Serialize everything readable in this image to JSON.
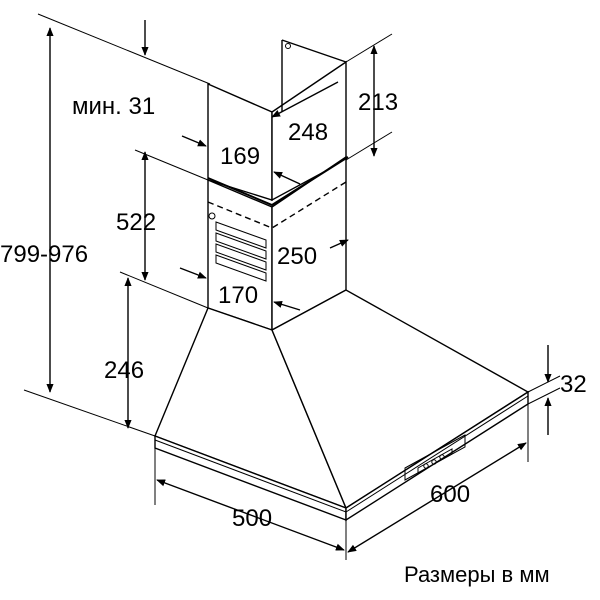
{
  "labels": {
    "min_gap": "мин. 31",
    "chimney_top_height": "213",
    "chimney_top_depth": "248",
    "chimney_top_width": "169",
    "chimney_lower_height": "522",
    "chimney_lower_depth": "250",
    "chimney_lower_width": "170",
    "total_height": "799-976",
    "canopy_height": "246",
    "canopy_edge": "32",
    "width": "500",
    "depth": "600"
  },
  "caption": "Размеры в мм"
}
